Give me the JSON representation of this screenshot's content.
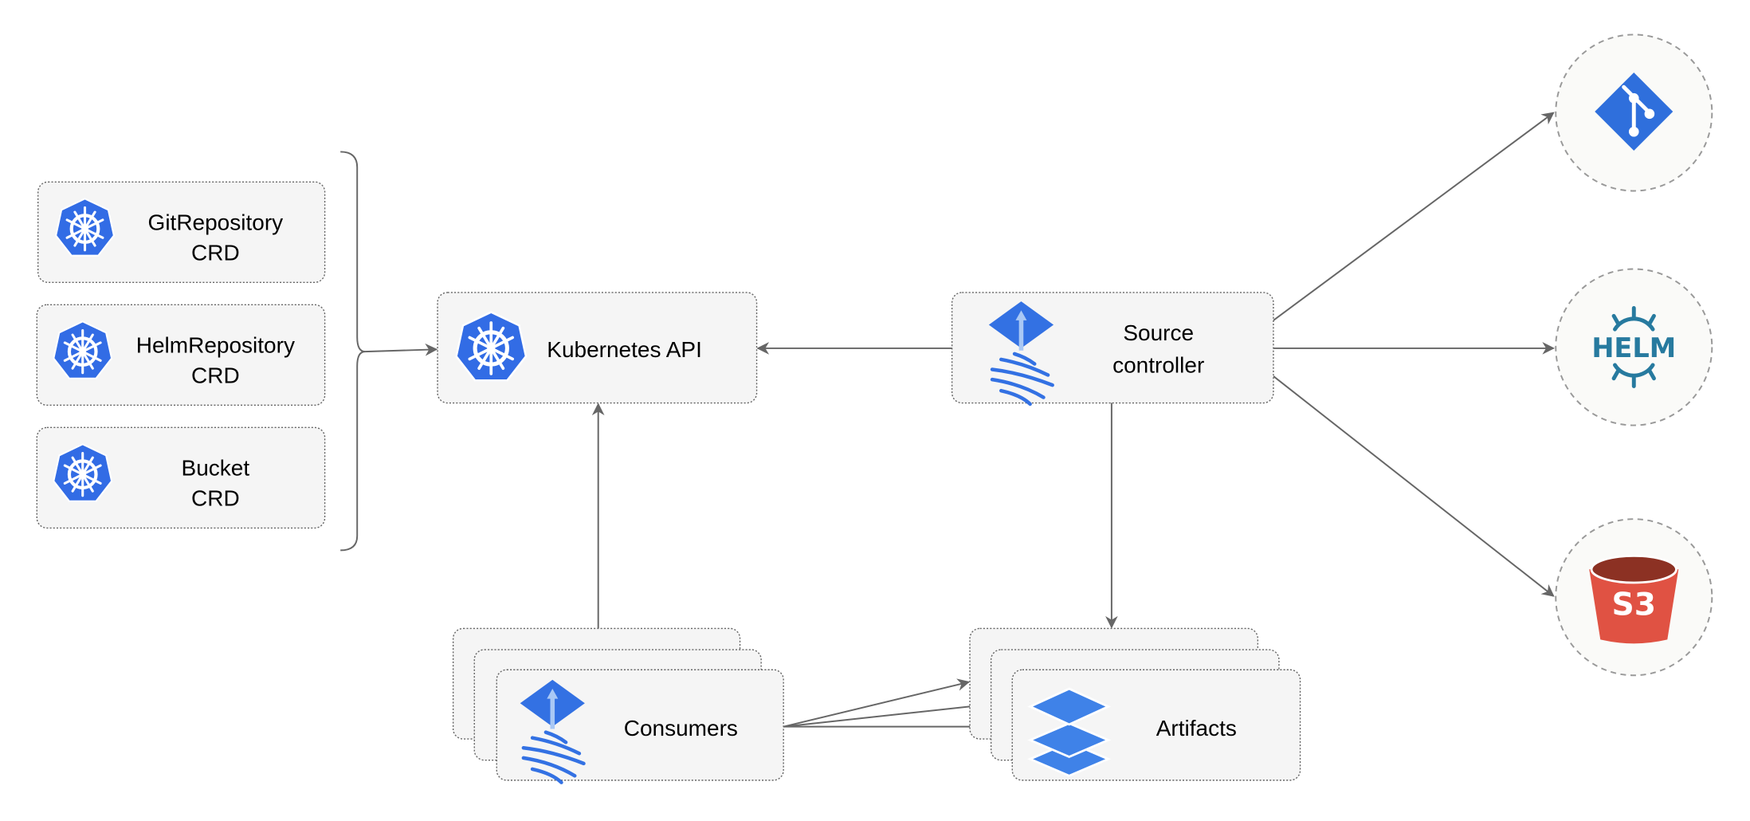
{
  "crds": [
    {
      "line1": "GitRepository",
      "line2": "CRD",
      "icon": "kubernetes-icon"
    },
    {
      "line1": "HelmRepository",
      "line2": "CRD",
      "icon": "kubernetes-icon"
    },
    {
      "line1": "Bucket",
      "line2": "CRD",
      "icon": "kubernetes-icon"
    }
  ],
  "kubernetes_api": {
    "label": "Kubernetes API",
    "icon": "kubernetes-icon"
  },
  "source_controller": {
    "line1": "Source",
    "line2": "controller",
    "icon": "flux-icon"
  },
  "consumers": {
    "label": "Consumers",
    "icon": "flux-icon"
  },
  "artifacts": {
    "label": "Artifacts",
    "icon": "layers-icon"
  },
  "sources": [
    {
      "name": "git",
      "icon": "git-icon"
    },
    {
      "name": "helm",
      "label": "HELM",
      "icon": "helm-icon"
    },
    {
      "name": "s3",
      "label": "S3",
      "icon": "s3-bucket-icon"
    }
  ],
  "colors": {
    "kubernetes": "#326ce5",
    "flux": "#3371e3",
    "helm": "#277a9f",
    "s3": "#e05243",
    "s3_top": "#8c3123",
    "edge": "#666666"
  }
}
